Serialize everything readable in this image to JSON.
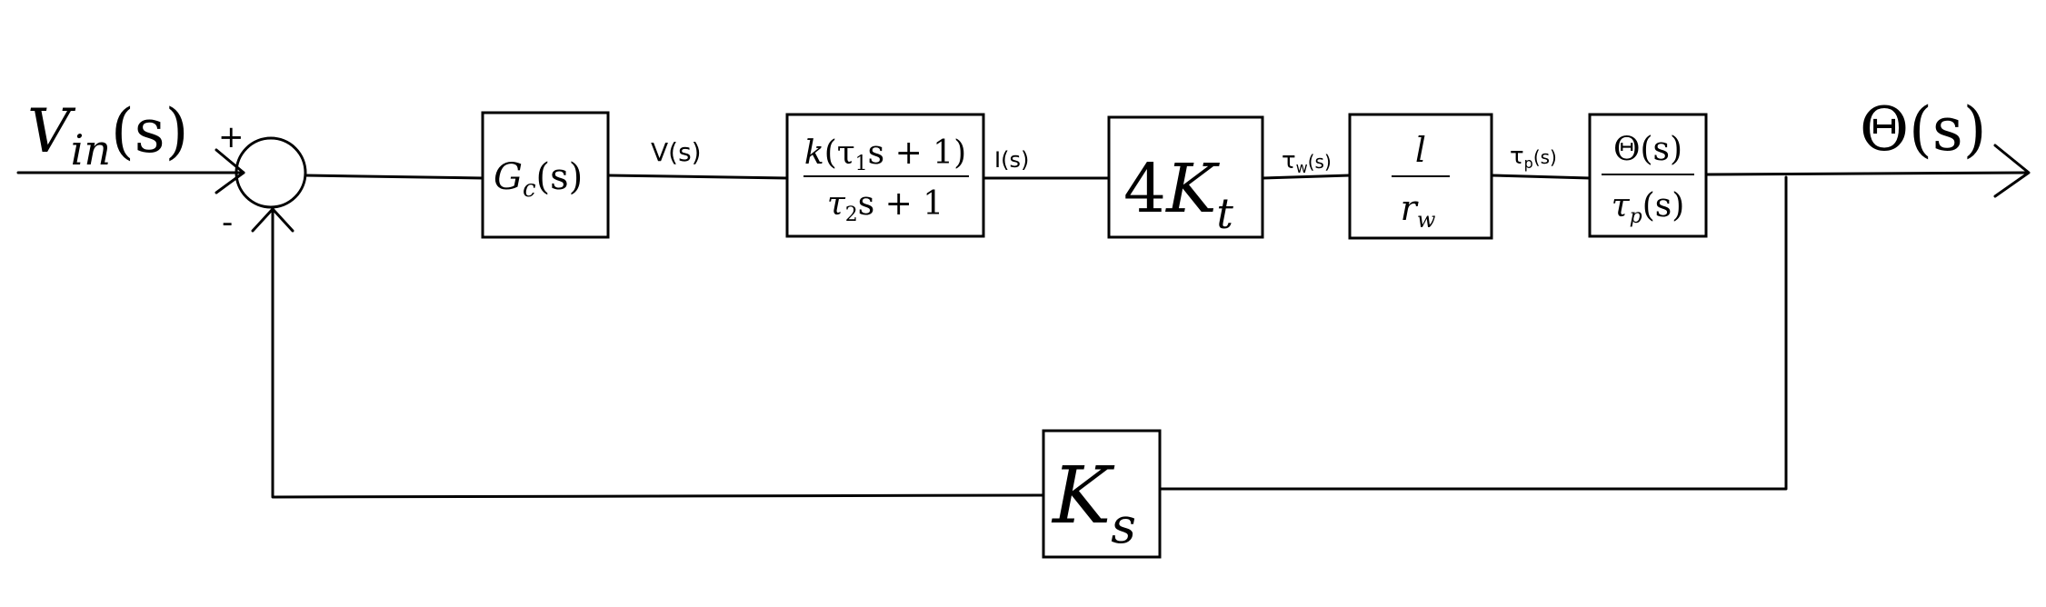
{
  "input": {
    "V": "V",
    "sub": "in",
    "arg": "(s)"
  },
  "output": {
    "label": "Θ(s)"
  },
  "summing": {
    "plus": "+",
    "minus": "-"
  },
  "signals": {
    "v": "V(s)",
    "i": "I(s)",
    "tw": "τ",
    "tw_sub": "w",
    "tw_arg": "(s)",
    "tp": "τ",
    "tp_sub": "p",
    "tp_arg": "(s)"
  },
  "blocks": {
    "gc": {
      "G": "G",
      "sub": "c",
      "arg": "(s)"
    },
    "driver": {
      "num_k": "k",
      "num_a": "(τ",
      "num_sub": "1",
      "num_b": "s + 1)",
      "den_a": "τ",
      "den_sub": "2",
      "den_b": "s + 1"
    },
    "motor": {
      "coef": "4",
      "K": "K",
      "sub": "t"
    },
    "lever": {
      "num": "l",
      "den": "r",
      "den_sub": "w"
    },
    "plant": {
      "num": "Θ(s)",
      "den_a": "τ",
      "den_sub": "p",
      "den_b": "(s)"
    },
    "sensor": {
      "K": "K",
      "sub": "s"
    }
  }
}
